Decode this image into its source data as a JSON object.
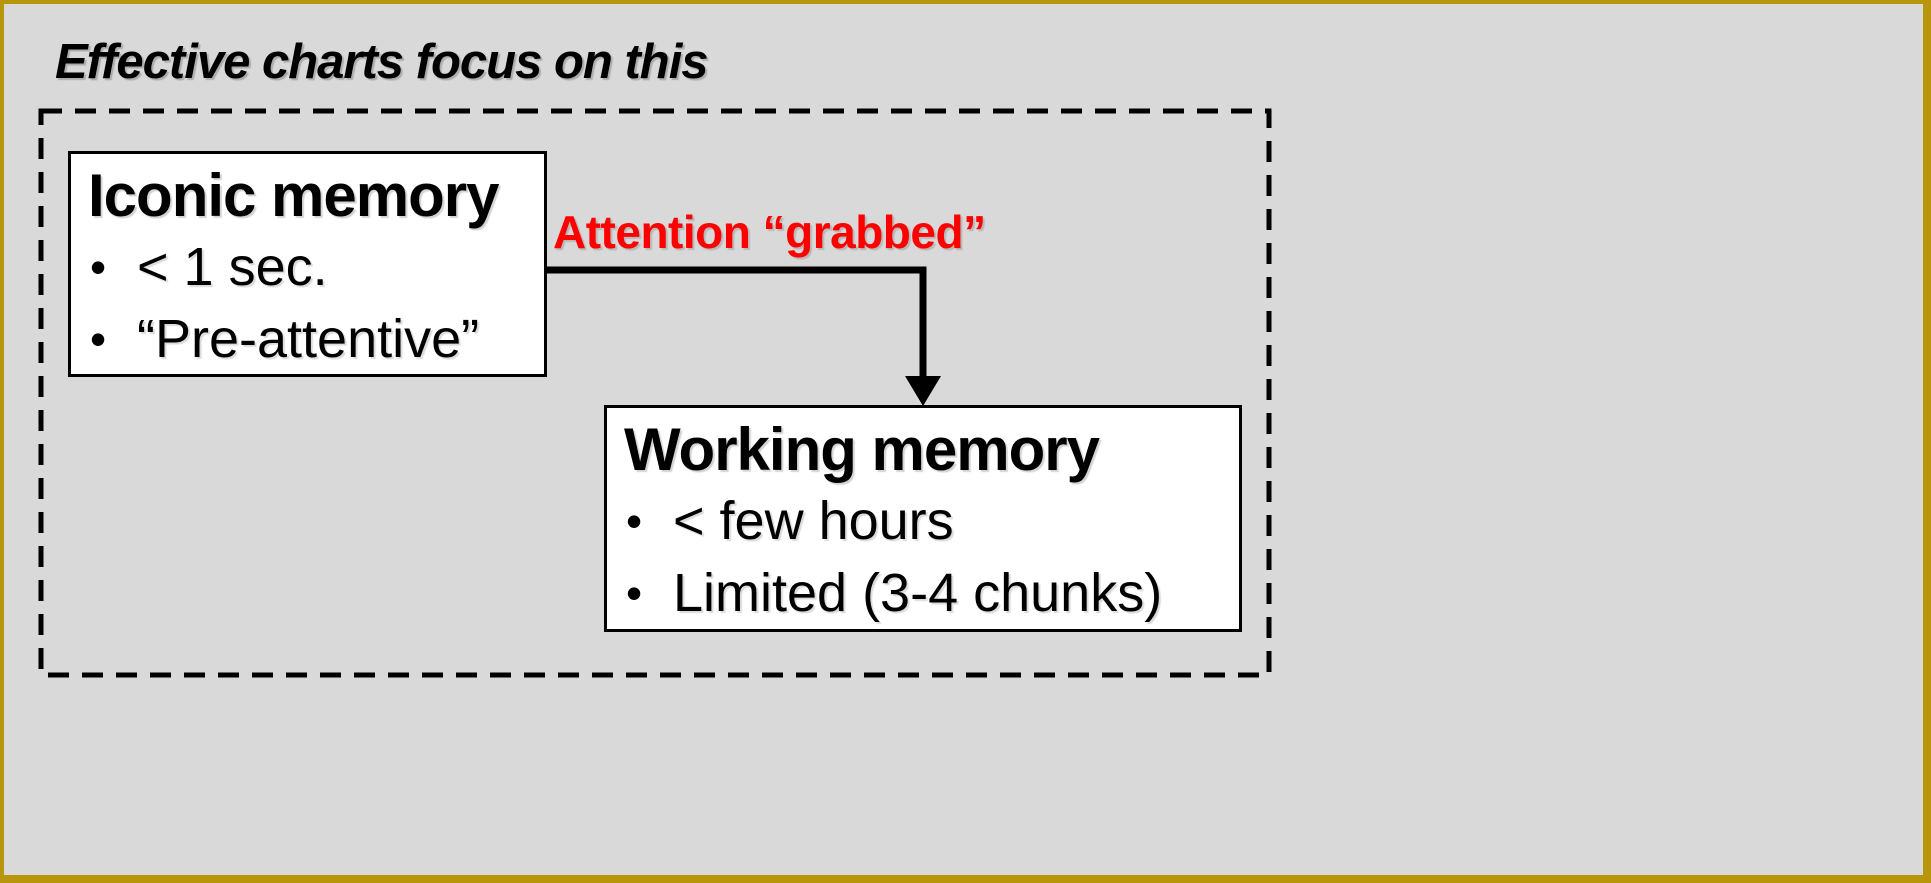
{
  "title": "Effective charts focus on this",
  "colors": {
    "background": "#D9D9D9",
    "frame": "#B8960B",
    "arrow_label": "#FF0000",
    "box_border": "#000000",
    "box_fill": "#FFFFFF",
    "line": "#000000"
  },
  "diagram": {
    "bullet_glyph": "•",
    "iconic_box": {
      "title": "Iconic memory",
      "bullets": [
        "< 1 sec.",
        "“Pre-attentive”"
      ]
    },
    "working_box": {
      "title": "Working memory",
      "bullets": [
        "< few hours",
        "Limited (3-4 chunks)"
      ]
    },
    "arrow_label": "Attention “grabbed”"
  }
}
